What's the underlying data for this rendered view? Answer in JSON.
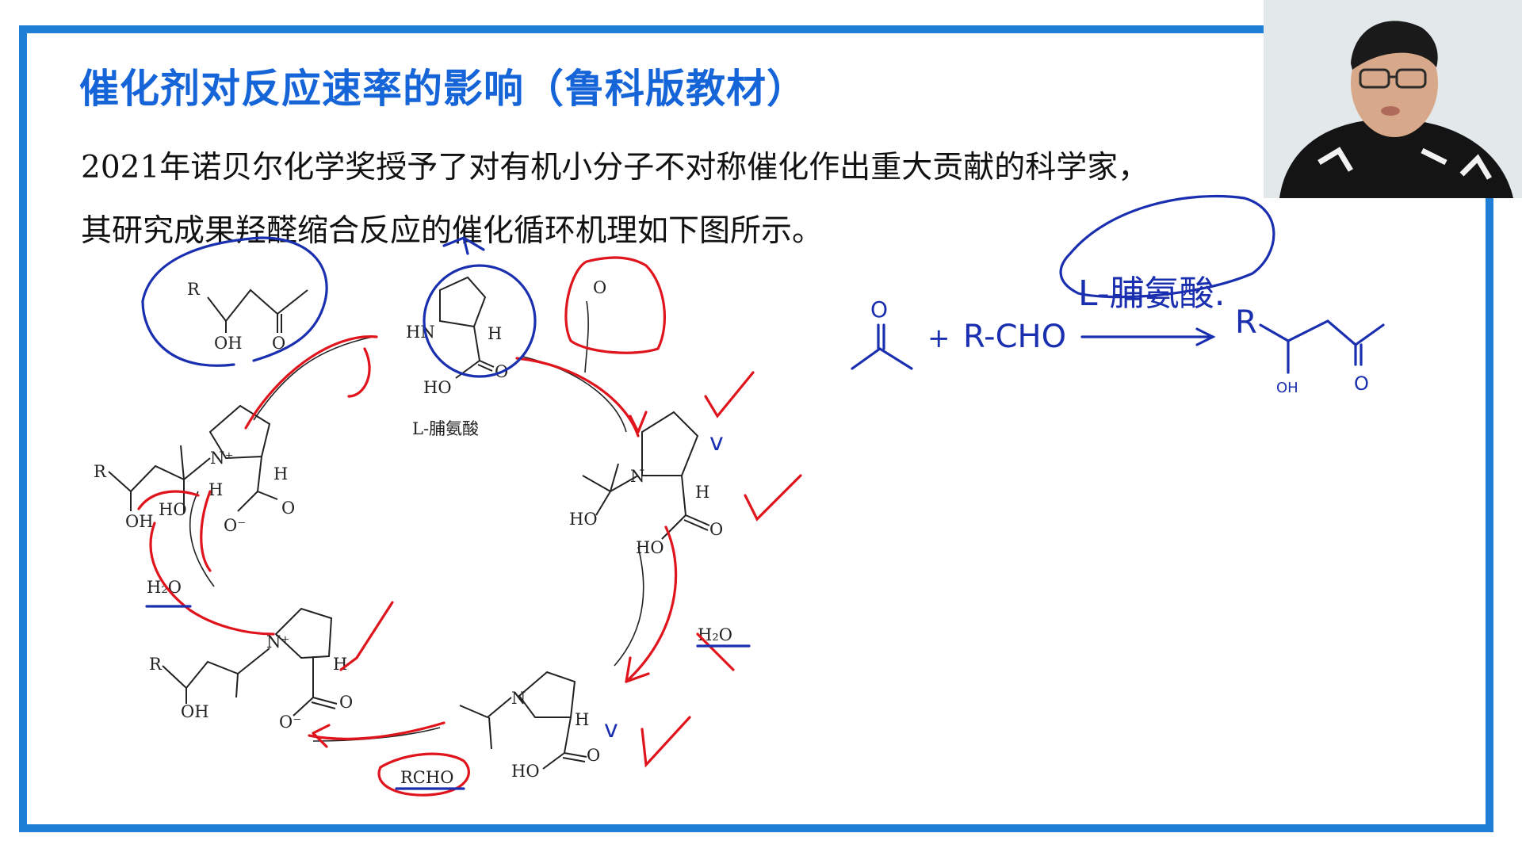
{
  "slide": {
    "title": "催化剂对反应速率的影响（鲁科版教材）",
    "line1": "2021年诺贝尔化学奖授予了对有机小分子不对称催化作出重大贡献的科学家，",
    "line2": "其研究成果羟醛缩合反应的催化循环机理如下图所示。"
  },
  "diagram": {
    "catalyst_label": "L-脯氨酸",
    "labels": {
      "R": "R",
      "OH": "OH",
      "O": "O",
      "HN": "HN",
      "H": "H",
      "HO": "HO",
      "N": "N",
      "N_plus": "N⁺",
      "O_minus": "O⁻",
      "H2O": "H₂O",
      "RCHO": "RCHO",
      "plus": "+"
    }
  },
  "handwriting": {
    "catalyst_note": "L-脯氨酸.",
    "reactant2": "R-CHO",
    "product_R": "R",
    "product_OH": "OH",
    "product_O": "O",
    "ketone_O": "O",
    "check_v": "v",
    "plus": "+"
  },
  "colors": {
    "frame": "#1f7fd6",
    "title": "#1565d8",
    "red_ink": "#e0141c",
    "blue_ink": "#1a2fb0"
  }
}
